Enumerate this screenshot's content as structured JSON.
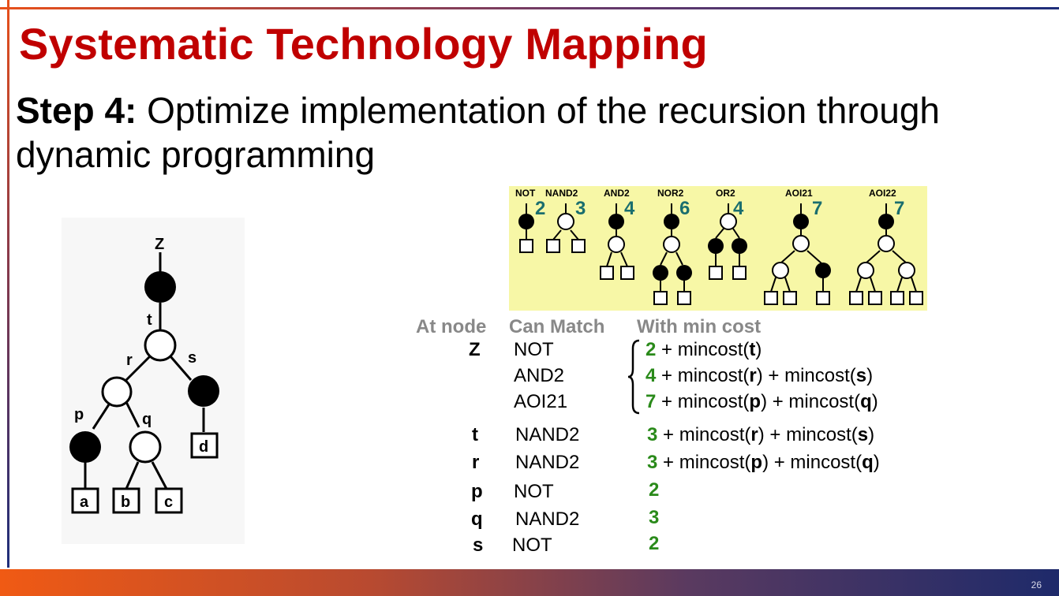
{
  "slide": {
    "title": "Systematic Technology Mapping",
    "step_label": "Step 4:",
    "step_text": " Optimize implementation of the recursion through dynamic programming",
    "page_number": "26"
  },
  "subject_tree": {
    "labels": {
      "z": "Z",
      "t": "t",
      "r": "r",
      "s": "s",
      "p": "p",
      "q": "q",
      "a": "a",
      "b": "b",
      "c": "c",
      "d": "d"
    }
  },
  "patterns": [
    {
      "name": "NOT",
      "cost": "2"
    },
    {
      "name": "NAND2",
      "cost": "3"
    },
    {
      "name": "AND2",
      "cost": "4"
    },
    {
      "name": "NOR2",
      "cost": "6"
    },
    {
      "name": "OR2",
      "cost": "4"
    },
    {
      "name": "AOI21",
      "cost": "7"
    },
    {
      "name": "AOI22",
      "cost": "7"
    }
  ],
  "table": {
    "headers": {
      "node": "At node",
      "match": "Can Match",
      "cost": "With min cost"
    },
    "rows": [
      {
        "node": "Z",
        "match": "NOT",
        "cost": "2",
        "expr": " + mincost(",
        "a1": "t",
        "a2": ")"
      },
      {
        "node": "",
        "match": "AND2",
        "cost": "4",
        "expr": " + mincost(",
        "a1": "r",
        "mid": ")  + mincost(",
        "a2": "s",
        "end": ")"
      },
      {
        "node": "",
        "match": "AOI21",
        "cost": "7",
        "expr": " + mincost(",
        "a1": "p",
        "mid": ") + mincost(",
        "a2": "q",
        "end": ")"
      },
      {
        "node": "t",
        "match": "NAND2",
        "cost": "3",
        "expr": " + mincost(",
        "a1": "r",
        "mid": ")  + mincost(",
        "a2": "s",
        "end": ")"
      },
      {
        "node": "r",
        "match": "NAND2",
        "cost": "3",
        "expr": " + mincost(",
        "a1": "p",
        "mid": ") + mincost(",
        "a2": "q",
        "end": ")"
      },
      {
        "node": "p",
        "match": "NOT",
        "cost": "2"
      },
      {
        "node": "q",
        "match": "NAND2",
        "cost": "3"
      },
      {
        "node": "s",
        "match": "NOT",
        "cost": "2"
      }
    ]
  }
}
